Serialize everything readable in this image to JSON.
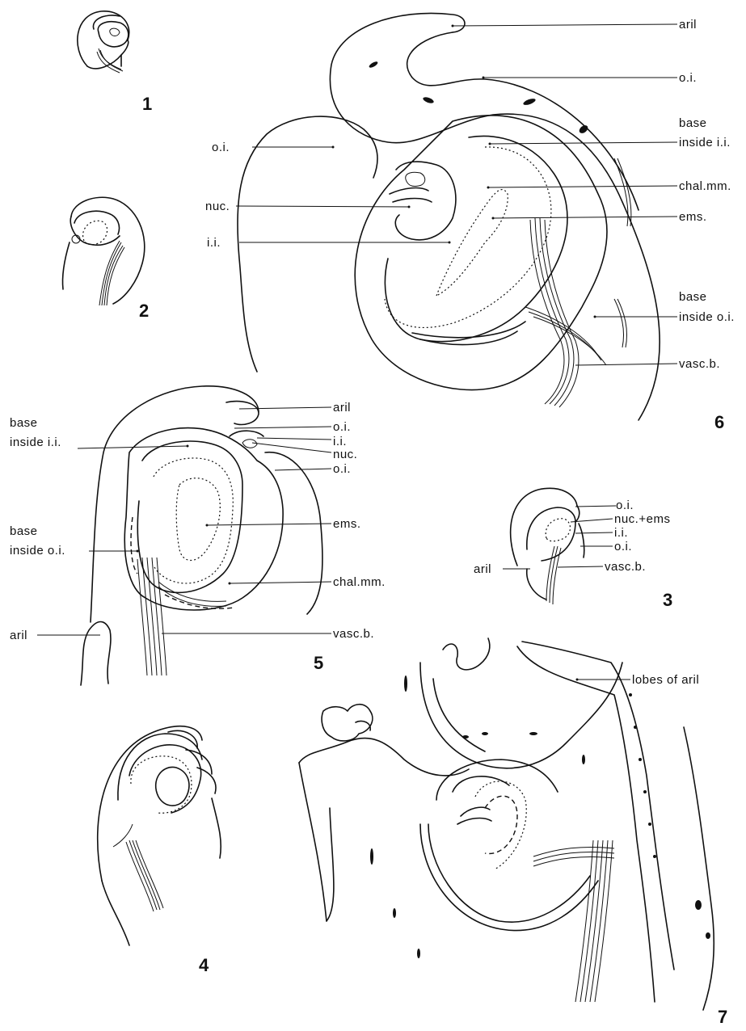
{
  "figures": {
    "fig1": {
      "number": "1"
    },
    "fig2": {
      "number": "2"
    },
    "fig3": {
      "number": "3",
      "labels": [
        "o.i.",
        "nuc.+ems",
        "i.i.",
        "o.i.",
        "vasc.b.",
        "aril"
      ]
    },
    "fig4": {
      "number": "4"
    },
    "fig5": {
      "number": "5",
      "labels": {
        "aril_top": "aril",
        "oi_top": "o.i.",
        "ii": "i.i.",
        "nuc": "nuc.",
        "oi_right": "o.i.",
        "ems": "ems.",
        "chalmm": "chal.mm.",
        "vascb": "vasc.b.",
        "base_ii_1": "base",
        "base_ii_2": "inside i.i.",
        "base_oi_1": "base",
        "base_oi_2": "inside o.i.",
        "aril_bottom": "aril"
      }
    },
    "fig6": {
      "number": "6",
      "labels": {
        "aril": "aril",
        "oi_right": "o.i.",
        "base_ii_1": "base",
        "base_ii_2": "inside i.i.",
        "chalmm": "chal.mm.",
        "ems": "ems.",
        "base_oi_1": "base",
        "base_oi_2": "inside o.i.",
        "vascb": "vasc.b.",
        "oi_left": "o.i.",
        "nuc": "nuc.",
        "ii": "i.i."
      }
    },
    "fig7": {
      "number": "7",
      "labels": {
        "lobes": "lobes of aril"
      }
    }
  }
}
